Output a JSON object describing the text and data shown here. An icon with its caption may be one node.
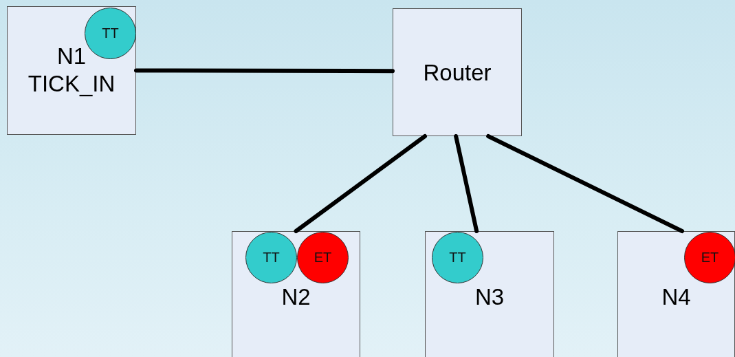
{
  "diagram": {
    "nodes": [
      {
        "text": [
          "N1 TICK_IN"
        ]
      },
      {
        "text": [
          "TT"
        ],
        "in": 0
      },
      {
        "text": [
          "Router"
        ]
      },
      {
        "text": [
          "N2"
        ]
      },
      {
        "text": [
          "TT"
        ],
        "in": 3
      },
      {
        "text": [
          "ET"
        ],
        "in": 3
      },
      {
        "text": [
          "N3"
        ]
      },
      {
        "text": [
          "TT"
        ],
        "in": 6
      },
      {
        "text": [
          "N4"
        ]
      },
      {
        "text": [
          "ET"
        ],
        "in": 8
      }
    ],
    "edges": [
      {
        "from": 0,
        "to": 2,
        "arrow": "none"
      },
      {
        "from": 2,
        "to": 3,
        "arrow": "none"
      },
      {
        "from": 2,
        "to": 6,
        "arrow": "none"
      },
      {
        "from": 2,
        "to": 8,
        "arrow": "none"
      }
    ]
  }
}
